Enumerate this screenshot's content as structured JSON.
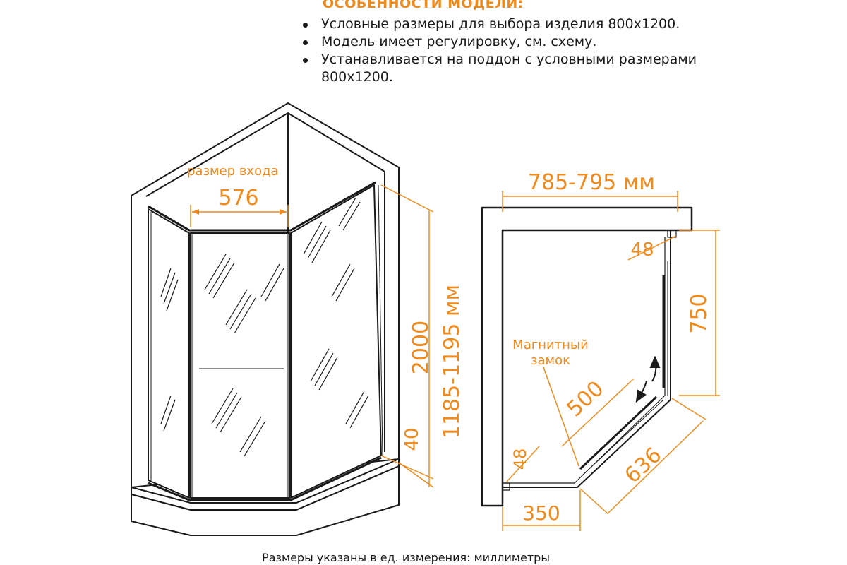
{
  "features": {
    "title": "ОСОБЕННОСТИ МОДЕЛИ:",
    "items": [
      "Условные размеры для выбора изделия 800х1200.",
      "Модель имеет регулировку, см. схему.",
      "Устанавливается на поддон с условными размерами 800х1200."
    ]
  },
  "iso_view": {
    "entry_label": "размер входа",
    "entry_width": "576",
    "height": "2000",
    "tray_height": "40",
    "depth_range": "1185-1195 мм"
  },
  "plan_view": {
    "width_range": "785-795 мм",
    "profile_top": "48",
    "profile_bottom": "48",
    "side_length": "750",
    "door_width": "500",
    "diag_length": "636",
    "bottom_length": "350",
    "lock_label_line1": "Магнитный",
    "lock_label_line2": "замок"
  },
  "footnote": "Размеры указаны в ед. измерения: миллиметры",
  "colors": {
    "accent": "#f08a1c",
    "line": "#1a1a1a"
  }
}
